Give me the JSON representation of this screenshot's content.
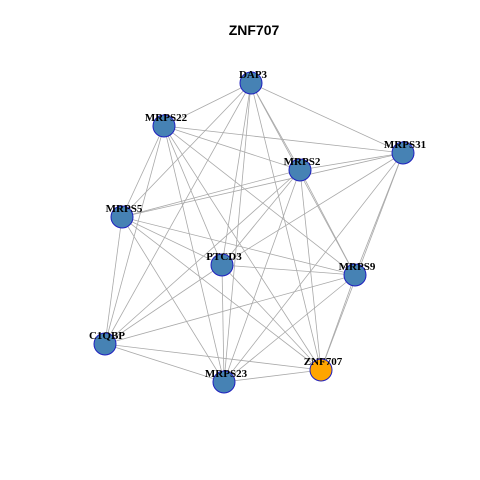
{
  "graph": {
    "title": "ZNF707",
    "colors": {
      "default_node": "#4682B4",
      "highlight_node": "#FFA500",
      "node_border": "#1F1FBF",
      "edge": "#A9A9A9"
    },
    "nodes": [
      {
        "id": "DAP3",
        "label": "DAP3",
        "highlight": false
      },
      {
        "id": "MRPS22",
        "label": "MRPS22",
        "highlight": false
      },
      {
        "id": "MRPS31",
        "label": "MRPS31",
        "highlight": false
      },
      {
        "id": "MRPS2",
        "label": "MRPS2",
        "highlight": false
      },
      {
        "id": "MRPS5",
        "label": "MRPS5",
        "highlight": false
      },
      {
        "id": "PTCD3",
        "label": "PTCD3",
        "highlight": false
      },
      {
        "id": "MRPS9",
        "label": "MRPS9",
        "highlight": false
      },
      {
        "id": "C1QBP",
        "label": "C1QBP",
        "highlight": false
      },
      {
        "id": "ZNF707",
        "label": "ZNF707",
        "highlight": true
      },
      {
        "id": "MRPS23",
        "label": "MRPS23",
        "highlight": false
      }
    ],
    "edges": [
      [
        "DAP3",
        "MRPS22"
      ],
      [
        "DAP3",
        "MRPS31"
      ],
      [
        "DAP3",
        "MRPS2"
      ],
      [
        "DAP3",
        "MRPS5"
      ],
      [
        "DAP3",
        "PTCD3"
      ],
      [
        "DAP3",
        "MRPS9"
      ],
      [
        "DAP3",
        "C1QBP"
      ],
      [
        "DAP3",
        "ZNF707"
      ],
      [
        "DAP3",
        "MRPS23"
      ],
      [
        "MRPS22",
        "MRPS2"
      ],
      [
        "MRPS22",
        "MRPS31"
      ],
      [
        "MRPS22",
        "MRPS5"
      ],
      [
        "MRPS22",
        "PTCD3"
      ],
      [
        "MRPS22",
        "MRPS9"
      ],
      [
        "MRPS22",
        "C1QBP"
      ],
      [
        "MRPS22",
        "ZNF707"
      ],
      [
        "MRPS22",
        "MRPS23"
      ],
      [
        "MRPS31",
        "MRPS2"
      ],
      [
        "MRPS31",
        "MRPS5"
      ],
      [
        "MRPS31",
        "PTCD3"
      ],
      [
        "MRPS31",
        "MRPS9"
      ],
      [
        "MRPS31",
        "ZNF707"
      ],
      [
        "MRPS31",
        "MRPS23"
      ],
      [
        "MRPS2",
        "MRPS5"
      ],
      [
        "MRPS2",
        "PTCD3"
      ],
      [
        "MRPS2",
        "MRPS9"
      ],
      [
        "MRPS2",
        "C1QBP"
      ],
      [
        "MRPS2",
        "ZNF707"
      ],
      [
        "MRPS2",
        "MRPS23"
      ],
      [
        "MRPS5",
        "PTCD3"
      ],
      [
        "MRPS5",
        "MRPS9"
      ],
      [
        "MRPS5",
        "C1QBP"
      ],
      [
        "MRPS5",
        "ZNF707"
      ],
      [
        "MRPS5",
        "MRPS23"
      ],
      [
        "PTCD3",
        "MRPS9"
      ],
      [
        "PTCD3",
        "C1QBP"
      ],
      [
        "PTCD3",
        "ZNF707"
      ],
      [
        "PTCD3",
        "MRPS23"
      ],
      [
        "MRPS9",
        "C1QBP"
      ],
      [
        "MRPS9",
        "ZNF707"
      ],
      [
        "MRPS9",
        "MRPS23"
      ],
      [
        "C1QBP",
        "ZNF707"
      ],
      [
        "C1QBP",
        "MRPS23"
      ],
      [
        "MRPS23",
        "ZNF707"
      ]
    ]
  }
}
